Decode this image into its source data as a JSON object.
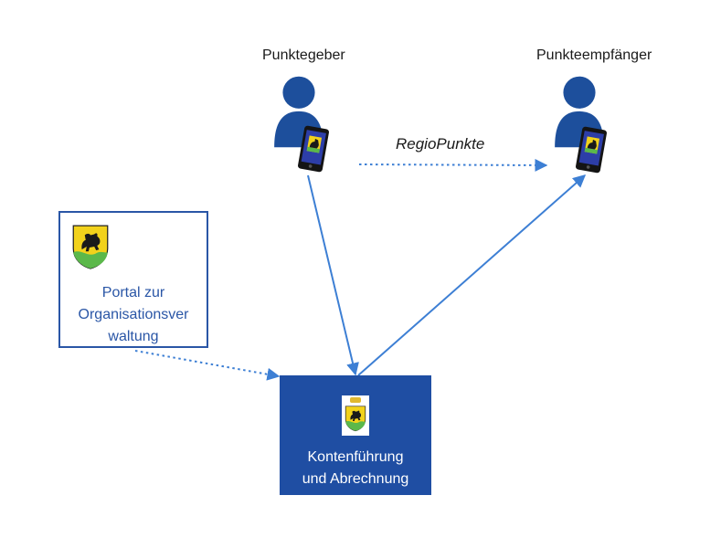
{
  "nodes": {
    "giver": {
      "label": "Punktegeber"
    },
    "receiver": {
      "label": "Punkteempfänger"
    },
    "portal": {
      "label_lines": [
        "Portal zur",
        "Organisationsver",
        "waltung"
      ]
    },
    "accounting": {
      "label_lines": [
        "Kontenführung",
        "und Abrechnung"
      ]
    }
  },
  "edges": {
    "points_transfer": {
      "label": "RegioPunkte",
      "style": "dotted"
    },
    "giver_to_accounting": {
      "style": "solid"
    },
    "accounting_to_receiver": {
      "style": "solid"
    },
    "portal_to_accounting": {
      "style": "dotted"
    }
  },
  "colors": {
    "primary": "#1f4ea3",
    "portal_border": "#2a56a6",
    "person": "#1d4f9c",
    "arrow": "#3d7fd4",
    "crest_yellow": "#f2d21b",
    "crest_green": "#5bb84a"
  },
  "icons": {
    "person": "person-icon",
    "phone": "smartphone-icon",
    "crest": "coat-of-arms-icon"
  }
}
